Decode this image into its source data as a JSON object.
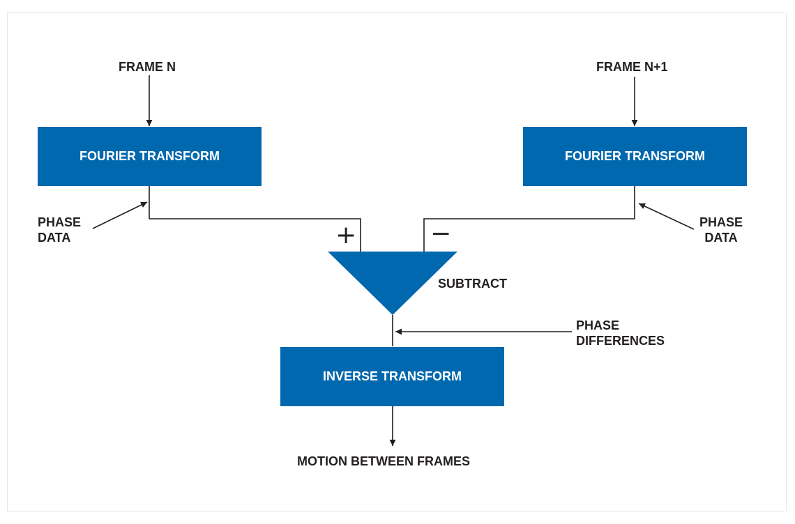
{
  "frame_a_label": "FRAME N",
  "frame_b_label": "FRAME N+1",
  "fourier_left": "FOURIER TRANSFORM",
  "fourier_right": "FOURIER TRANSFORM",
  "phase_left": "PHASE\nDATA",
  "phase_right": "PHASE\nDATA",
  "plus_sign": "+",
  "minus_sign": "−",
  "subtract_label": "SUBTRACT",
  "phase_differences": "PHASE\nDIFFERENCES",
  "inverse_transform": "INVERSE TRANSFORM",
  "output_label": "MOTION BETWEEN FRAMES",
  "colors": {
    "box": "#0068ae",
    "line": "#231f20"
  }
}
